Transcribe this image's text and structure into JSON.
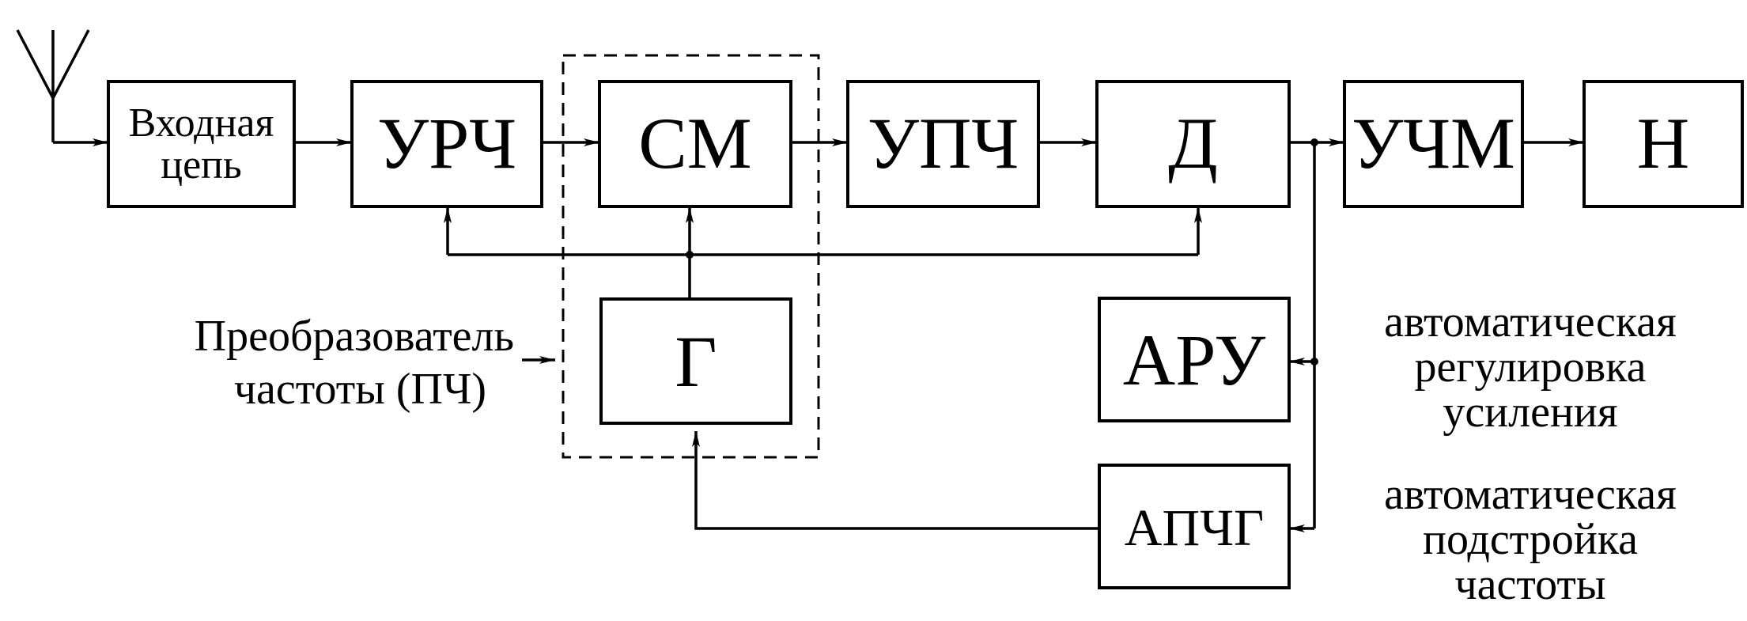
{
  "blocks": {
    "input_circuit": [
      "Входная",
      "цепь"
    ],
    "rf_amp": "УРЧ",
    "mixer": "СМ",
    "if_amp": "УПЧ",
    "detector": "Д",
    "af_amp": "УЧМ",
    "load": "Н",
    "oscillator": "Г",
    "agc": "АРУ",
    "afc": "АПЧГ"
  },
  "labels": {
    "converter": [
      "Преобразователь",
      "частоты (ПЧ)"
    ],
    "agc_note": [
      "автоматическая",
      "регулировка",
      "усиления"
    ],
    "afc_note": [
      "автоматическая",
      "подстройка",
      "частоты"
    ]
  }
}
